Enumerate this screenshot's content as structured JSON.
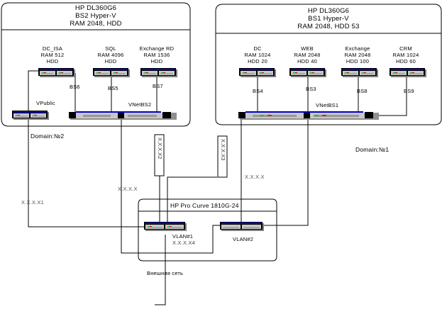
{
  "host_left": {
    "title_lines": [
      "HP DL360G6",
      "BS2 Hyper-V",
      "RAM 2048, HDD"
    ],
    "vms": [
      {
        "name": "DC_ISA",
        "ram": "RAM 512",
        "hdd": "HDD"
      },
      {
        "name": "SQL",
        "ram": "RAM 4096",
        "hdd": "HDD"
      },
      {
        "name": "Exchange RD",
        "ram": "RAM 1536",
        "hdd": "HDD"
      }
    ],
    "links": [
      "BS6",
      "BS5",
      "BS7"
    ],
    "vpublic_label": "VPublic",
    "vnet_label": "VNetBS2",
    "domain_label": "Domain:№2"
  },
  "host_right": {
    "title_lines": [
      "HP DL360G6",
      "BS1 Hyper-V",
      "RAM 2048, HDD 53"
    ],
    "vms": [
      {
        "name": "DC",
        "ram": "RAM 1024",
        "hdd": "HDD    20"
      },
      {
        "name": "WEB",
        "ram": "RAM 2048",
        "hdd": "HDD    40"
      },
      {
        "name": "Exchange",
        "ram": "RAM 2048",
        "hdd": "HDD  100"
      },
      {
        "name": "CRM",
        "ram": "RAM 1024",
        "hdd": "HDD    60"
      }
    ],
    "links": [
      "BS4",
      "BS3",
      "BS8",
      "BS9"
    ],
    "vnet_label": "VNetBS1",
    "domain_label": "Domain:№1"
  },
  "switch": {
    "title": "HP Pro Curve 1810G-24",
    "vlan1_label": "VLAN#1",
    "vlan1_ip": "X.X.X.X4",
    "vlan2_label": "VLAN#2"
  },
  "addresses": {
    "ip1": "X.X.X.X1",
    "ip_left": "X.X.X.X",
    "ip_right": "X.X.X.X",
    "ip2": "X.X.X.X2",
    "ip3": "X.X.X.X3"
  },
  "external_label": "Внешняя сеть",
  "colors": {
    "line": "#000000",
    "server_body": "#c8c8c8",
    "server_top": "#0000cc",
    "led_green": "#00cc00",
    "led_red": "#dd0000"
  }
}
